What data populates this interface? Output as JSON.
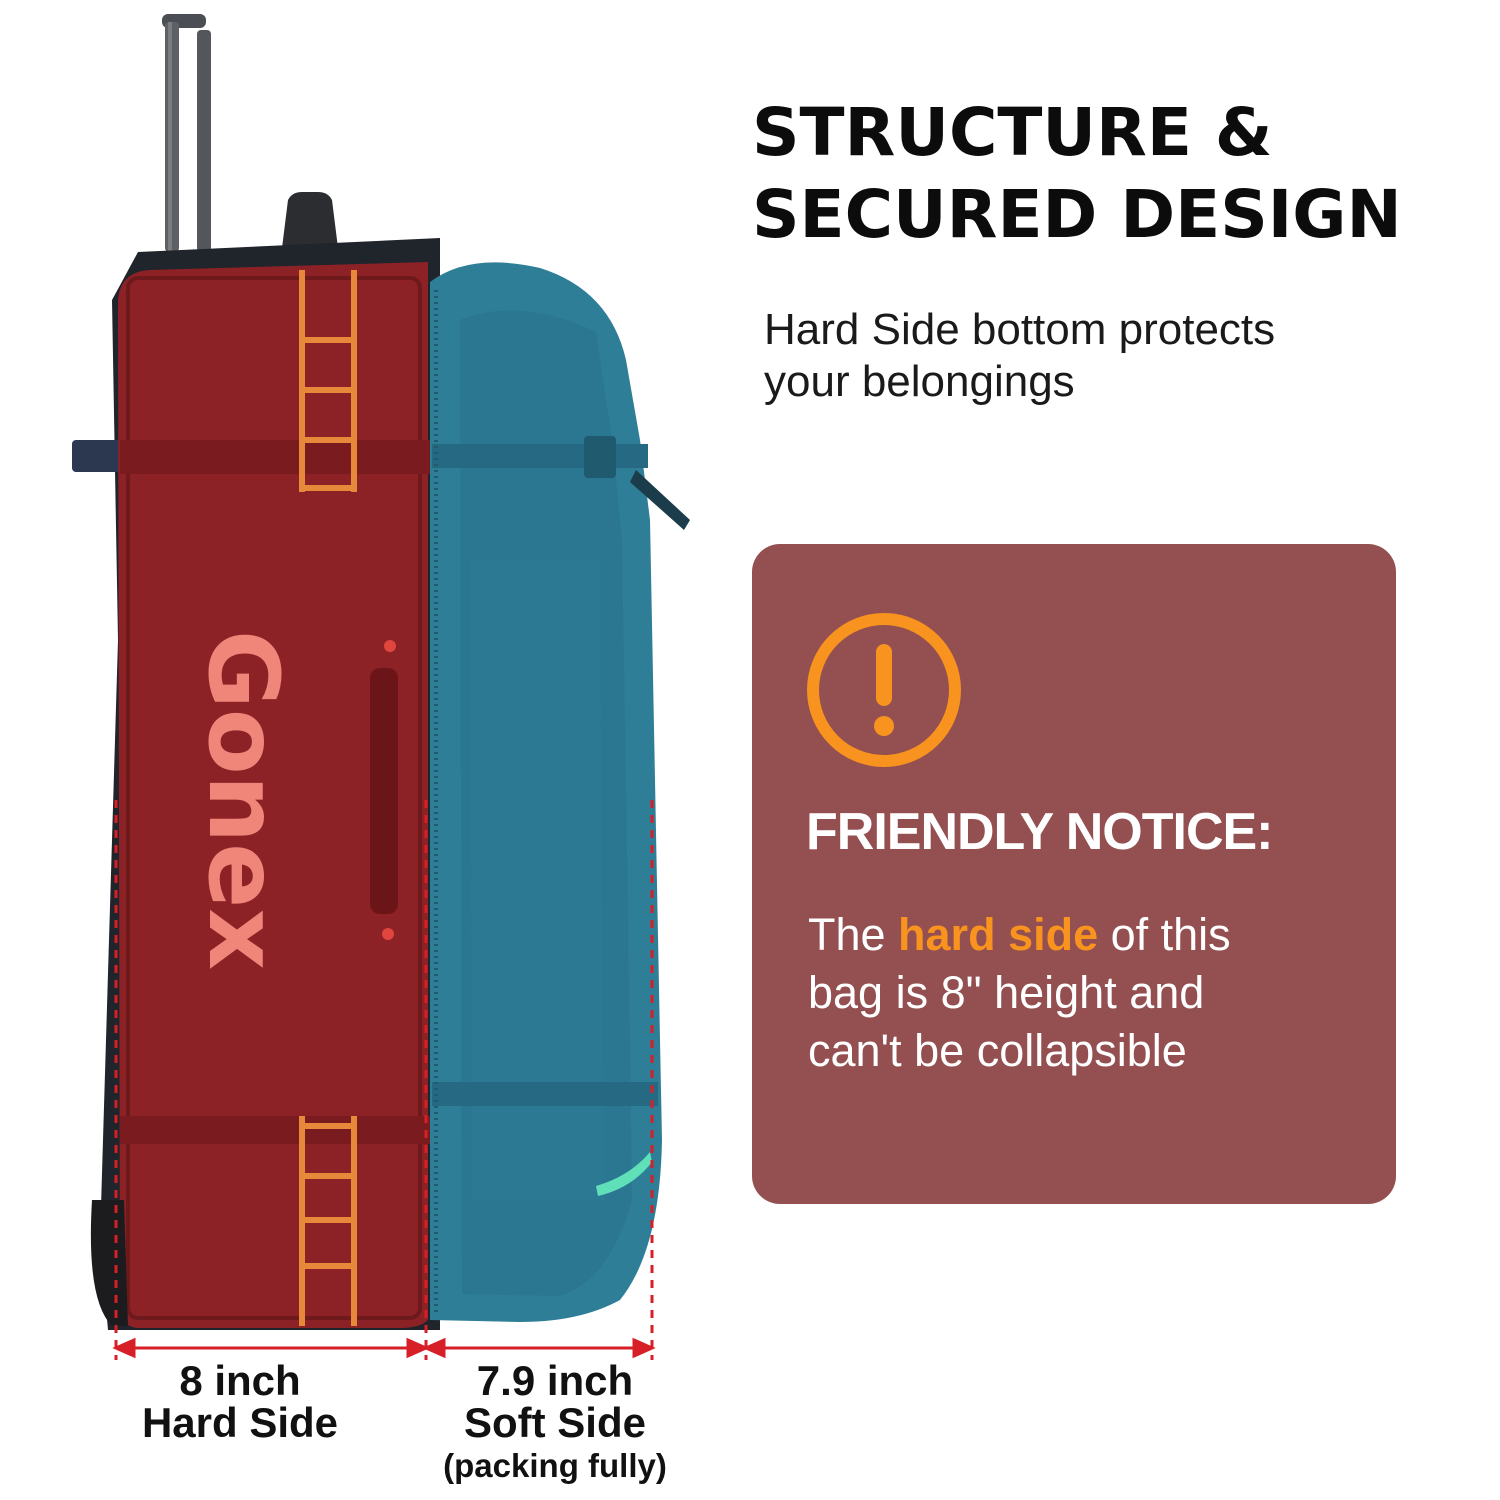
{
  "headline": {
    "line1": "STRUCTURE &",
    "line2": "SECURED DESIGN"
  },
  "subhead": {
    "line1": "Hard Side bottom protects",
    "line2": "your belongings"
  },
  "notice": {
    "icon": "exclamation-circle-icon",
    "title": "FRIENDLY NOTICE:",
    "body_prefix": "The ",
    "body_highlight": "hard side",
    "body_suffix": " of this",
    "body_line2": "bag is 8\" height and",
    "body_line3": "can't be collapsible"
  },
  "product": {
    "brand": "Gonex"
  },
  "dimensions": {
    "hard": {
      "value": "8 inch",
      "label": "Hard Side"
    },
    "soft": {
      "value": "7.9 inch",
      "label": "Soft Side",
      "note": "(packing fully)"
    }
  },
  "colors": {
    "hard_side": "#8d2226",
    "soft_side": "#2e7e98",
    "card_bg": "#944f50",
    "accent": "#f7931e",
    "dimension_line": "#d61f26"
  }
}
